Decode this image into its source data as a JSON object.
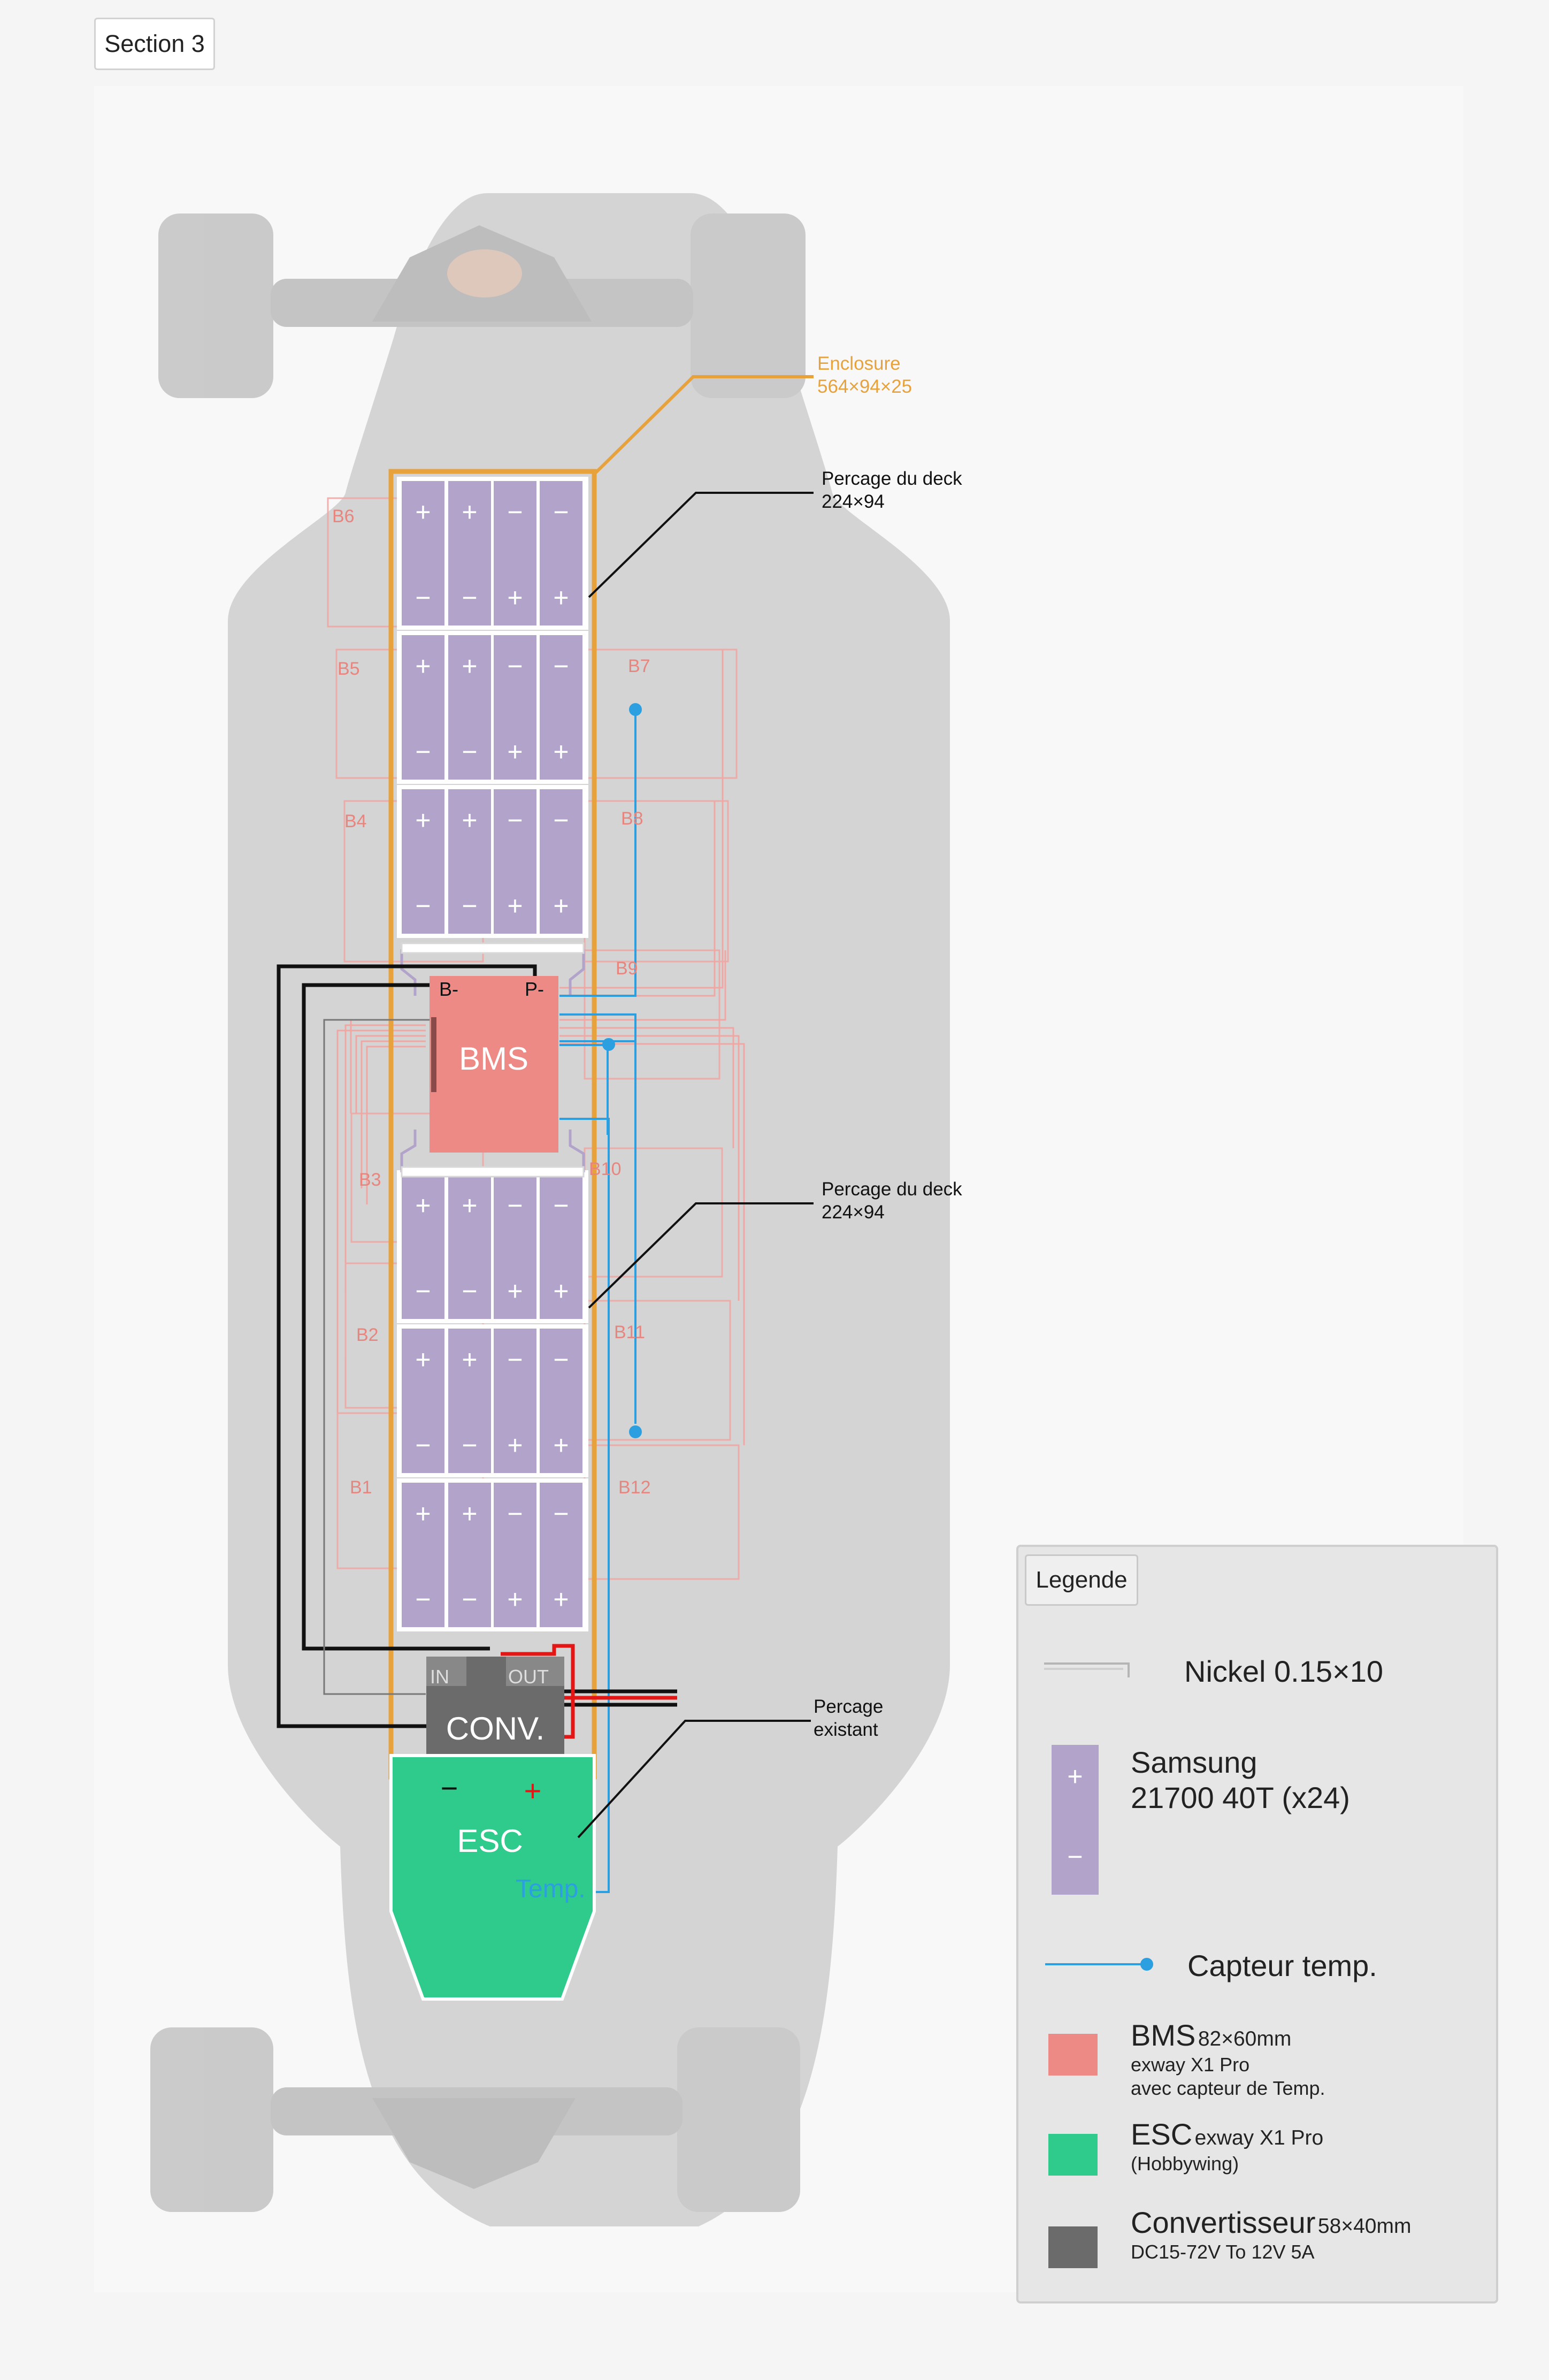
{
  "section_tab": "Section 3",
  "colors": {
    "enclosure": "#e8a23c",
    "battery": "#b1a3c9",
    "bms": "#ee8a86",
    "esc": "#2fcb8c",
    "converter": "#6b6b6b",
    "temp_sensor": "#2b9fe0",
    "wire_positive": "#e31515",
    "wire_negative": "#111111",
    "group_outline": "#f0a7a3"
  },
  "labels": {
    "enclosure": [
      "Enclosure",
      "564×94×25"
    ],
    "deck_cut_top": [
      "Percage du deck",
      "224×94"
    ],
    "deck_cut_bottom": [
      "Percage du deck",
      "224×94"
    ],
    "existing_cut": [
      "Percage",
      "existant"
    ]
  },
  "groups_left": [
    "B6",
    "B5",
    "B4",
    "B3",
    "B2",
    "B1"
  ],
  "groups_right": [
    "B7",
    "B8",
    "B9",
    "B10",
    "B11",
    "B12"
  ],
  "cell_polarity": {
    "pos": "+",
    "neg": "−"
  },
  "bms": {
    "name": "BMS",
    "b_minus": "B-",
    "p_minus": "P-"
  },
  "converter": {
    "name": "CONV.",
    "in": "IN",
    "out": "OUT"
  },
  "esc": {
    "name": "ESC",
    "minus": "−",
    "plus": "+",
    "temp": "Temp."
  },
  "legend": {
    "title": "Legende",
    "nickel": "Nickel 0.15×10",
    "cell_name": "Samsung",
    "cell_model": "21700 40T (x24)",
    "cell_plus": "+",
    "cell_minus": "−",
    "temp_sensor": "Capteur temp.",
    "bms_name": "BMS",
    "bms_size": "82×60mm",
    "bms_line1": "exway X1 Pro",
    "bms_line2": "avec capteur de Temp.",
    "esc_name": "ESC",
    "esc_model": "exway X1 Pro",
    "esc_line1": "(Hobbywing)",
    "conv_name": "Convertisseur",
    "conv_size": "58×40mm",
    "conv_line1": "DC15-72V To 12V 5A"
  }
}
